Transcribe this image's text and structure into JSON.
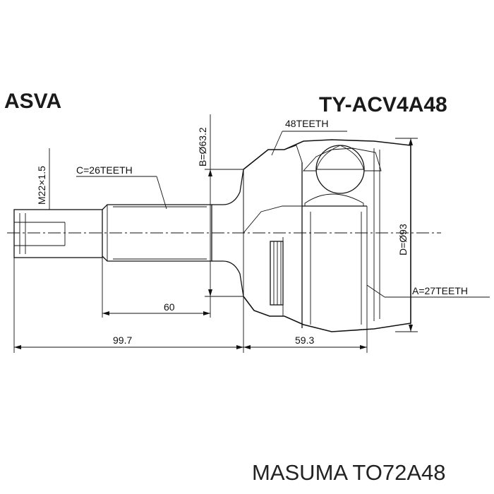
{
  "header": {
    "brand_left": "ASVA",
    "part_number": "TY-ACV4A48"
  },
  "dimensions": {
    "thread": "M22×1.5",
    "spline_outer": "C=26TEETH",
    "bore_b": "B=Ø63.2",
    "abs_ring": "48TEETH",
    "outer_d": "D=Ø93",
    "spline_inner": "A=27TEETH",
    "length_60": "60",
    "length_99_7": "99.7",
    "length_59_3": "59.3"
  },
  "footer": {
    "label": "MASUMA TO72A48"
  },
  "colors": {
    "line": "#111111",
    "background": "#ffffff"
  }
}
